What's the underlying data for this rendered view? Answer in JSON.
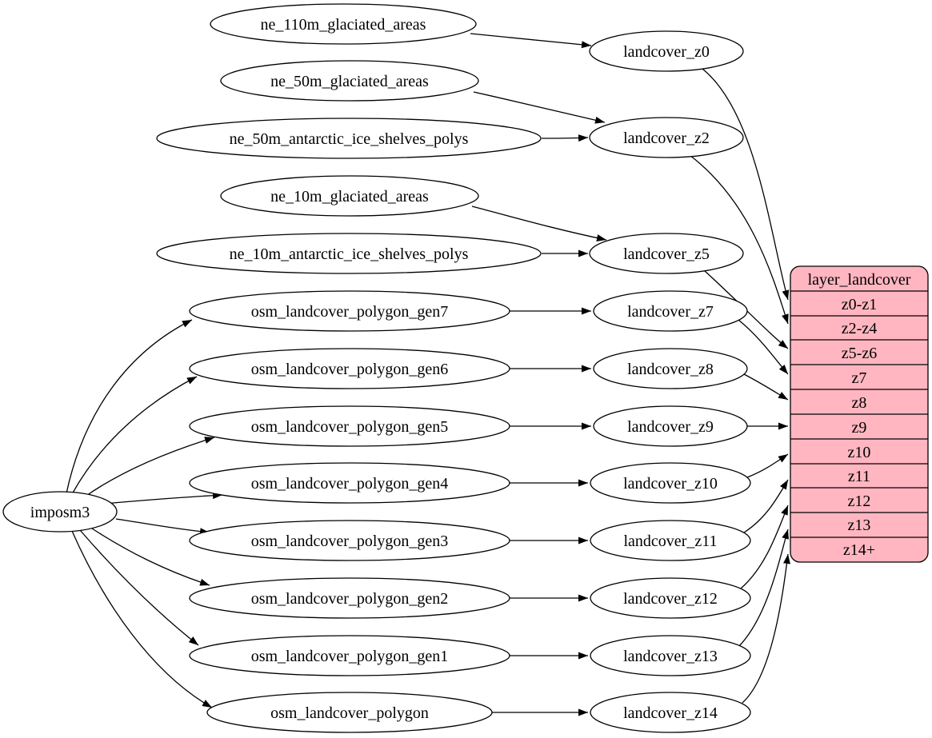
{
  "diagram": {
    "colors": {
      "background": "#ffffff",
      "node_fill": "#ffffff",
      "edge_stroke": "#000000",
      "table_fill": "#ffb6c1"
    },
    "nodes": {
      "imposm3": "imposm3",
      "ne_110m_glaciated_areas": "ne_110m_glaciated_areas",
      "ne_50m_glaciated_areas": "ne_50m_glaciated_areas",
      "ne_50m_antarctic_ice_shelves_polys": "ne_50m_antarctic_ice_shelves_polys",
      "ne_10m_glaciated_areas": "ne_10m_glaciated_areas",
      "ne_10m_antarctic_ice_shelves_polys": "ne_10m_antarctic_ice_shelves_polys",
      "osm_landcover_polygon_gen7": "osm_landcover_polygon_gen7",
      "osm_landcover_polygon_gen6": "osm_landcover_polygon_gen6",
      "osm_landcover_polygon_gen5": "osm_landcover_polygon_gen5",
      "osm_landcover_polygon_gen4": "osm_landcover_polygon_gen4",
      "osm_landcover_polygon_gen3": "osm_landcover_polygon_gen3",
      "osm_landcover_polygon_gen2": "osm_landcover_polygon_gen2",
      "osm_landcover_polygon_gen1": "osm_landcover_polygon_gen1",
      "osm_landcover_polygon": "osm_landcover_polygon",
      "landcover_z0": "landcover_z0",
      "landcover_z2": "landcover_z2",
      "landcover_z5": "landcover_z5",
      "landcover_z7": "landcover_z7",
      "landcover_z8": "landcover_z8",
      "landcover_z9": "landcover_z9",
      "landcover_z10": "landcover_z10",
      "landcover_z11": "landcover_z11",
      "landcover_z12": "landcover_z12",
      "landcover_z13": "landcover_z13",
      "landcover_z14": "landcover_z14"
    },
    "table": {
      "title": "layer_landcover",
      "rows": [
        "z0-z1",
        "z2-z4",
        "z5-z6",
        "z7",
        "z8",
        "z9",
        "z10",
        "z11",
        "z12",
        "z13",
        "z14+"
      ]
    },
    "edges": [
      {
        "from": "imposm3",
        "to": "osm_landcover_polygon_gen7"
      },
      {
        "from": "imposm3",
        "to": "osm_landcover_polygon_gen6"
      },
      {
        "from": "imposm3",
        "to": "osm_landcover_polygon_gen5"
      },
      {
        "from": "imposm3",
        "to": "osm_landcover_polygon_gen4"
      },
      {
        "from": "imposm3",
        "to": "osm_landcover_polygon_gen3"
      },
      {
        "from": "imposm3",
        "to": "osm_landcover_polygon_gen2"
      },
      {
        "from": "imposm3",
        "to": "osm_landcover_polygon_gen1"
      },
      {
        "from": "imposm3",
        "to": "osm_landcover_polygon"
      },
      {
        "from": "ne_110m_glaciated_areas",
        "to": "landcover_z0"
      },
      {
        "from": "ne_50m_glaciated_areas",
        "to": "landcover_z2"
      },
      {
        "from": "ne_50m_antarctic_ice_shelves_polys",
        "to": "landcover_z2"
      },
      {
        "from": "ne_10m_glaciated_areas",
        "to": "landcover_z5"
      },
      {
        "from": "ne_10m_antarctic_ice_shelves_polys",
        "to": "landcover_z5"
      },
      {
        "from": "osm_landcover_polygon_gen7",
        "to": "landcover_z7"
      },
      {
        "from": "osm_landcover_polygon_gen6",
        "to": "landcover_z8"
      },
      {
        "from": "osm_landcover_polygon_gen5",
        "to": "landcover_z9"
      },
      {
        "from": "osm_landcover_polygon_gen4",
        "to": "landcover_z10"
      },
      {
        "from": "osm_landcover_polygon_gen3",
        "to": "landcover_z11"
      },
      {
        "from": "osm_landcover_polygon_gen2",
        "to": "landcover_z12"
      },
      {
        "from": "osm_landcover_polygon_gen1",
        "to": "landcover_z13"
      },
      {
        "from": "osm_landcover_polygon",
        "to": "landcover_z14"
      },
      {
        "from": "landcover_z0",
        "to": "layer_landcover:z0-z1"
      },
      {
        "from": "landcover_z2",
        "to": "layer_landcover:z2-z4"
      },
      {
        "from": "landcover_z5",
        "to": "layer_landcover:z5-z6"
      },
      {
        "from": "landcover_z7",
        "to": "layer_landcover:z7"
      },
      {
        "from": "landcover_z8",
        "to": "layer_landcover:z8"
      },
      {
        "from": "landcover_z9",
        "to": "layer_landcover:z9"
      },
      {
        "from": "landcover_z10",
        "to": "layer_landcover:z10"
      },
      {
        "from": "landcover_z11",
        "to": "layer_landcover:z11"
      },
      {
        "from": "landcover_z12",
        "to": "layer_landcover:z12"
      },
      {
        "from": "landcover_z13",
        "to": "layer_landcover:z13"
      },
      {
        "from": "landcover_z14",
        "to": "layer_landcover:z14+"
      }
    ]
  }
}
